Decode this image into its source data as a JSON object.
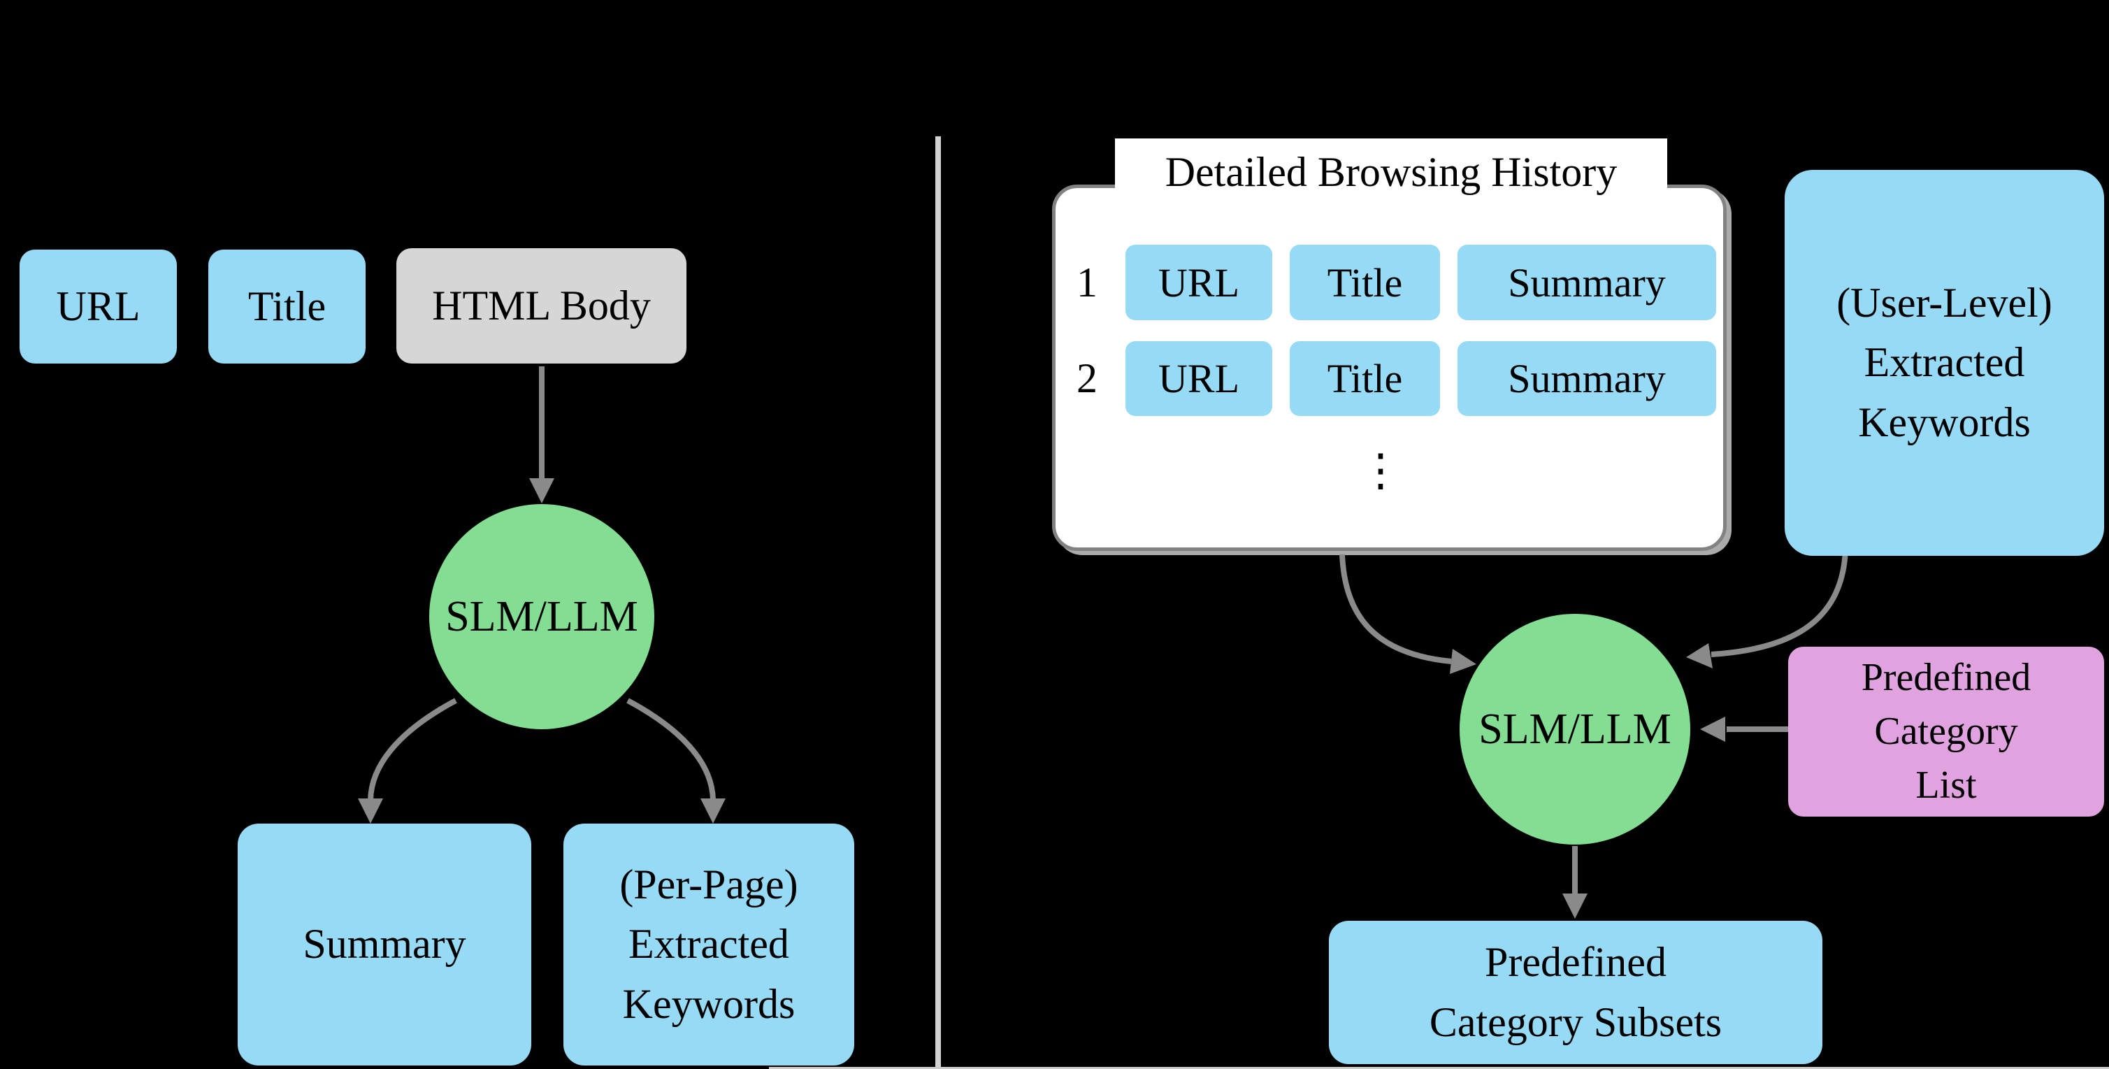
{
  "page": {
    "background": "#000000"
  },
  "left_panel": {
    "input_boxes": [
      {
        "label": "URL"
      },
      {
        "label": "Title"
      },
      {
        "label": "HTML Body"
      }
    ],
    "model_label": "SLM/LLM",
    "summary_label": "Summary",
    "perpage_keywords_lines": [
      "(Per-Page)",
      "Extracted",
      "Keywords"
    ]
  },
  "right_panel": {
    "history": {
      "title": "Detailed Browsing History",
      "rows": [
        {
          "index": "1",
          "cells": [
            "URL",
            "Title",
            "Summary"
          ]
        },
        {
          "index": "2",
          "cells": [
            "URL",
            "Title",
            "Summary"
          ]
        }
      ],
      "ellipsis": "⋮"
    },
    "user_keywords_lines": [
      "(User-Level)",
      "Extracted",
      "Keywords"
    ],
    "model_label": "SLM/LLM",
    "category_list_lines": [
      "Predefined",
      "Category",
      "List"
    ],
    "output_lines": [
      "Predefined",
      "Category Subsets"
    ]
  },
  "colors": {
    "background": "#000000",
    "box_blue": "#97DAF5",
    "model_green": "#83DD93",
    "category_pink": "#E0A3E0",
    "html_gray": "#D6D6D6",
    "arrow_gray": "#8A8A8A",
    "divider_gray": "#D2D2D2",
    "panel_border_gray": "#828282",
    "panel_fill": "#FFFFFF",
    "text": "#000000"
  }
}
